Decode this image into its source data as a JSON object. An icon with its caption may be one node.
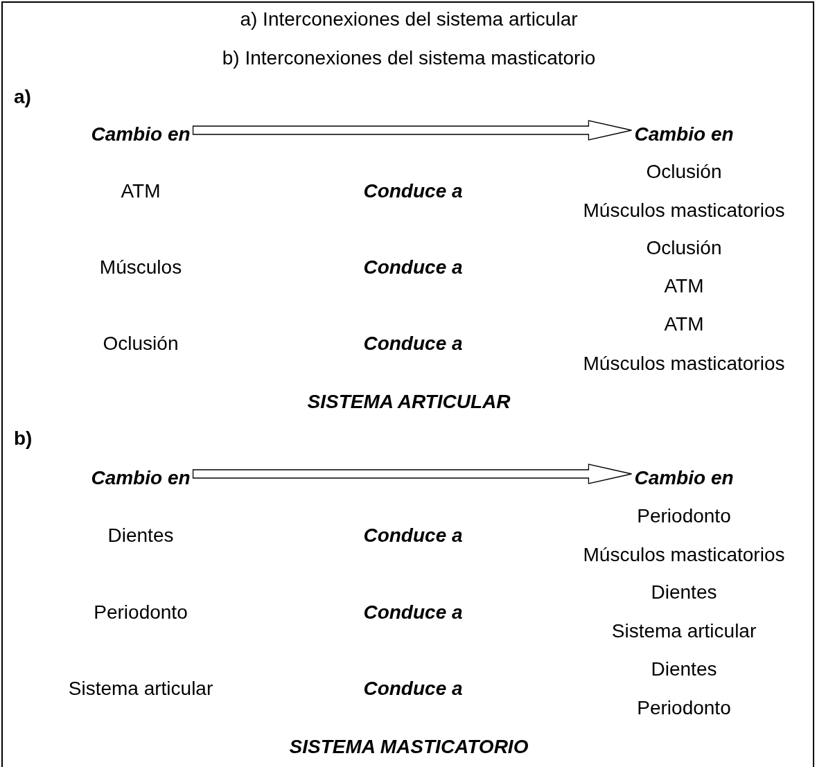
{
  "diagram": {
    "nodes": [
      {
        "text": [
          "Cambio en"
        ]
      },
      {
        "text": [
          "Cambio en"
        ]
      },
      {
        "text": [
          "Cambio en"
        ]
      },
      {
        "text": [
          "Cambio en"
        ]
      }
    ],
    "edges": [
      {
        "from": 0,
        "to": 1,
        "arrow": "to"
      },
      {
        "from": 2,
        "to": 3,
        "arrow": "to"
      }
    ],
    "labels": [
      "a) Interconexiones del sistema articular",
      "b) Interconexiones del sistema masticatorio",
      "a)",
      "ATM",
      "Conduce a",
      "Oclusión",
      "Músculos masticatorios",
      "Músculos",
      "Conduce a",
      "Oclusión",
      "ATM",
      "Oclusión",
      "Conduce a",
      "ATM",
      "Músculos masticatorios",
      "SISTEMA ARTICULAR",
      "b)",
      "Dientes",
      "Conduce a",
      "Periodonto",
      "Músculos masticatorios",
      "Periodonto",
      "Conduce a",
      "Dientes",
      "Sistema articular",
      "Sistema articular",
      "Conduce a",
      "Dientes",
      "Periodonto",
      "SISTEMA MASTICATORIO"
    ]
  }
}
